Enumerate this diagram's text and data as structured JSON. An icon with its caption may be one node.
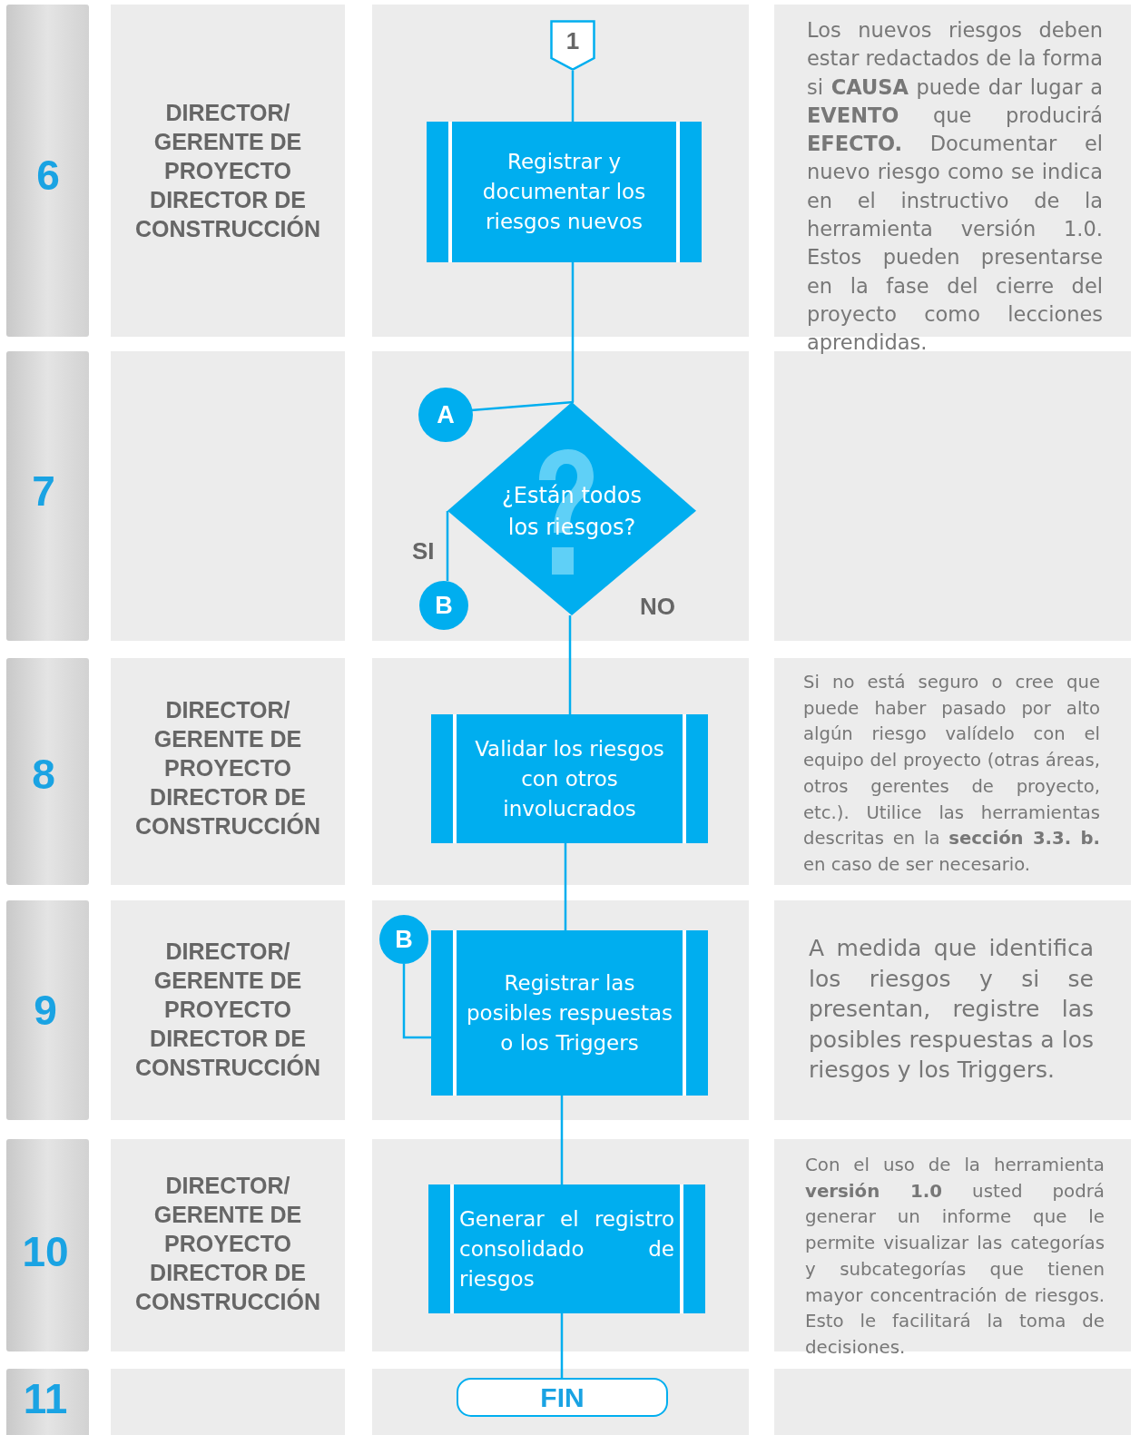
{
  "diagram": {
    "nodes": [
      {
        "text": [
          "1"
        ]
      },
      {
        "text": [
          "Registrar y documentar los riesgos nuevos"
        ]
      },
      {
        "text": [
          "A"
        ]
      },
      {
        "text": [
          "¿Están todos los riesgos?"
        ]
      },
      {
        "text": [
          "B"
        ]
      },
      {
        "text": [
          "Validar los riesgos con otros involucrados"
        ]
      },
      {
        "text": [
          "B"
        ]
      },
      {
        "text": [
          "Registrar las posibles respuestas o los Triggers"
        ]
      },
      {
        "text": [
          "Generar el registro consolidado de riesgos"
        ]
      },
      {
        "text": [
          "FIN"
        ]
      }
    ],
    "edges": [
      {
        "from": 0,
        "to": 1,
        "arrow": "none"
      },
      {
        "from": 1,
        "to": 3,
        "arrow": "none"
      },
      {
        "from": 2,
        "to": 3,
        "arrow": "none"
      },
      {
        "from": 3,
        "to": 4,
        "arrow": "none",
        "label": "SI"
      },
      {
        "from": 3,
        "to": 5,
        "arrow": "none",
        "label": "NO"
      },
      {
        "from": 5,
        "to": 7,
        "arrow": "none"
      },
      {
        "from": 6,
        "to": 7,
        "arrow": "none"
      },
      {
        "from": 7,
        "to": 8,
        "arrow": "none"
      },
      {
        "from": 8,
        "to": 9,
        "arrow": "none"
      }
    ],
    "labels": [
      "6",
      "DIRECTOR/ GERENTE DE PROYECTO DIRECTOR DE CONSTRUCCIÓN",
      "Los nuevos riesgos deben estar redactados de la forma si **CAUSA** puede dar lugar a **EVENTO** que producirá **EFECTO.** Documentar el nuevo riesgo como se indica en el instructivo de la herramienta versión 1.0. Estos pueden presentarse en la fase del cierre del proyecto como lecciones aprendidas.",
      "7",
      "8",
      "DIRECTOR/ GERENTE DE PROYECTO DIRECTOR DE CONSTRUCCIÓN",
      "Si no está seguro o cree que puede haber pasado por alto algún riesgo valídelo con el equipo del proyecto (otras áreas, otros gerentes de proyecto, etc.). Utilice las herramientas descritas en la **sección 3.3. b.** en caso de ser necesario.",
      "9",
      "DIRECTOR/ GERENTE DE PROYECTO DIRECTOR DE CONSTRUCCIÓN",
      "A medida que identifica los riesgos y si se presentan, registre las posibles respuestas a los riesgos y los Triggers.",
      "10",
      "DIRECTOR/ GERENTE DE PROYECTO DIRECTOR DE CONSTRUCCIÓN",
      "Con el uso de la herramienta **versión 1.0** usted podrá generar un informe que le permite visualizar las categorías y subcategorías que tienen mayor concentración de riesgos. Esto le facilitará la toma de decisiones.",
      "11"
    ]
  }
}
